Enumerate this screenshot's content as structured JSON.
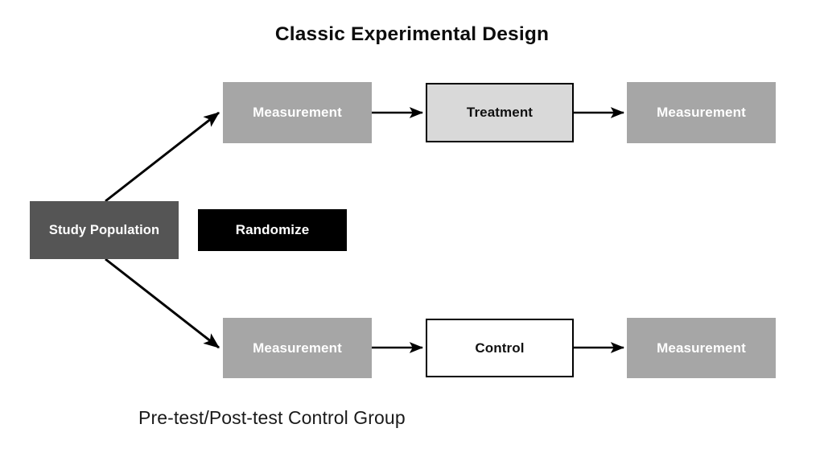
{
  "title": "Classic Experimental Design",
  "caption": "Pre-test/Post-test Control Group",
  "colors": {
    "background": "#ffffff",
    "measurement_fill": "#a6a6a6",
    "study_fill": "#555555",
    "randomize_fill": "#000000",
    "treatment_fill": "#d9d9d9",
    "control_fill": "#ffffff",
    "stroke": "#000000",
    "title_text": "#0d0d0d",
    "light_text": "#ffffff",
    "dark_text": "#111111"
  },
  "nodes": {
    "study_population": {
      "label": "Study Population"
    },
    "randomize": {
      "label": "Randomize"
    },
    "measurement_pre_treatment": {
      "label": "Measurement"
    },
    "treatment": {
      "label": "Treatment"
    },
    "measurement_post_treatment": {
      "label": "Measurement"
    },
    "measurement_pre_control": {
      "label": "Measurement"
    },
    "control": {
      "label": "Control"
    },
    "measurement_post_control": {
      "label": "Measurement"
    }
  },
  "connectors": [
    {
      "name": "study-to-measurement-treatment-arm",
      "from": "study_population",
      "to": "measurement_pre_treatment",
      "style": "diagonal-up"
    },
    {
      "name": "study-to-measurement-control-arm",
      "from": "study_population",
      "to": "measurement_pre_control",
      "style": "diagonal-down"
    },
    {
      "name": "measurement-to-treatment",
      "from": "measurement_pre_treatment",
      "to": "treatment",
      "style": "horizontal"
    },
    {
      "name": "treatment-to-measurement",
      "from": "treatment",
      "to": "measurement_post_treatment",
      "style": "horizontal"
    },
    {
      "name": "measurement-to-control",
      "from": "measurement_pre_control",
      "to": "control",
      "style": "horizontal"
    },
    {
      "name": "control-to-measurement",
      "from": "control",
      "to": "measurement_post_control",
      "style": "horizontal"
    }
  ]
}
